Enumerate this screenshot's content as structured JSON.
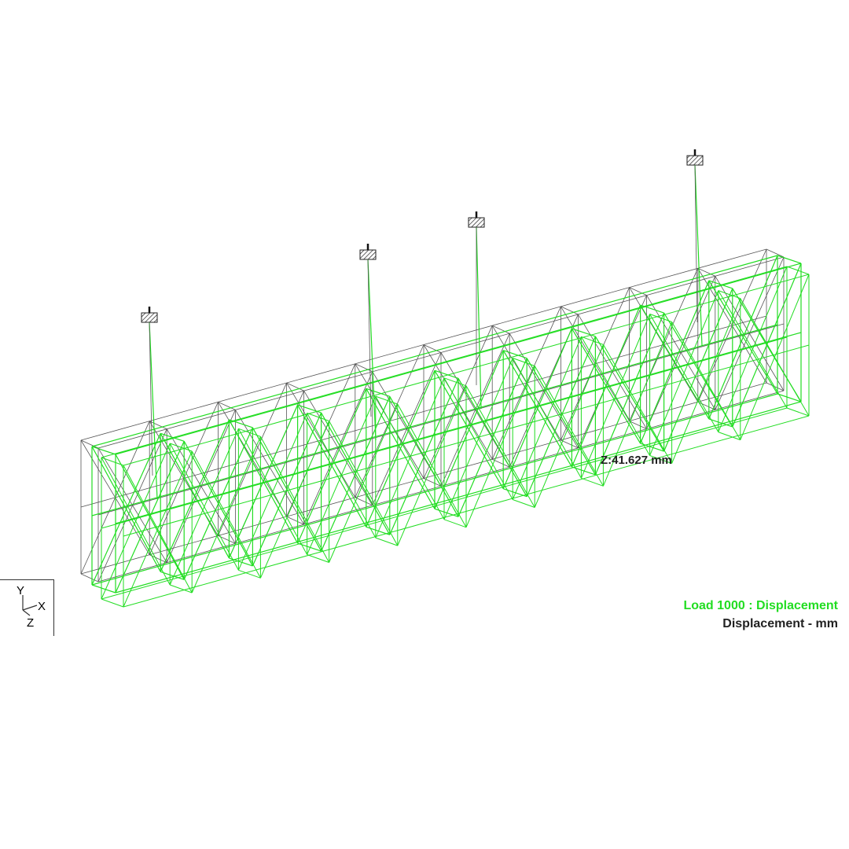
{
  "viewport": {
    "readout": "Z:41.627 mm",
    "load_case_title": "Load 1000 : Displacement",
    "units_label": "Displacement - mm"
  },
  "axis_triad": {
    "y": "Y",
    "x": "X",
    "z": "Z"
  },
  "colors": {
    "deformed": "#22dd22",
    "undeformed": "#555555",
    "load_case_text": "#22dd22",
    "text": "#222222",
    "background": "#ffffff"
  },
  "icons": {
    "support": "hatched-support-icon"
  }
}
